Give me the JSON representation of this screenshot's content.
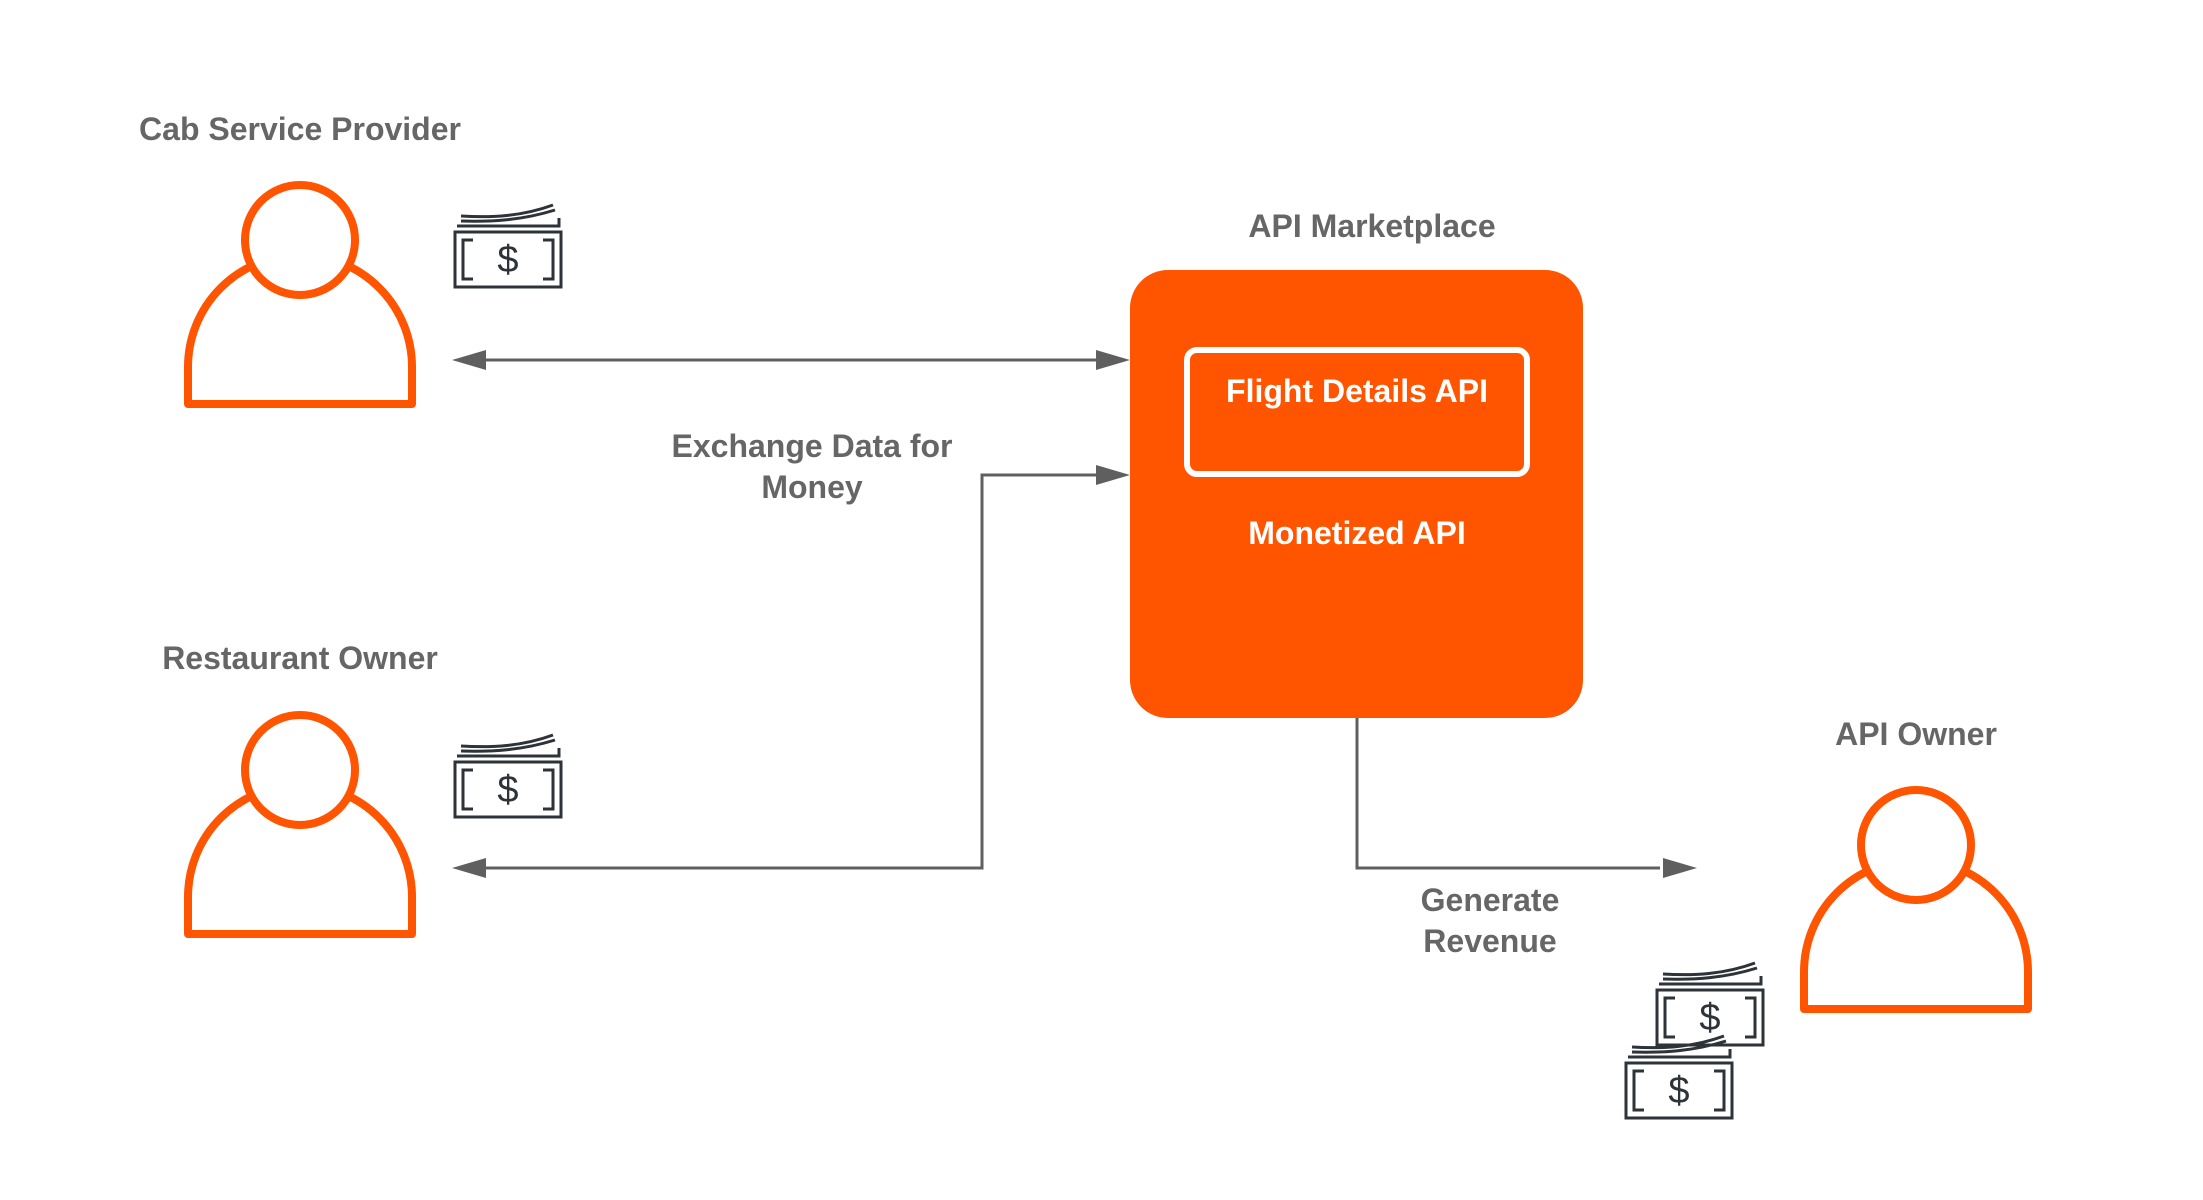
{
  "actors": {
    "cab": {
      "label": "Cab Service Provider"
    },
    "restaurant": {
      "label": "Restaurant Owner"
    },
    "api_owner": {
      "label": "API Owner"
    }
  },
  "marketplace": {
    "label": "API Marketplace",
    "api_name": "Flight Details API",
    "subtitle": "Monetized API"
  },
  "edges": {
    "exchange": "Exchange Data for Money",
    "revenue": "Generate Revenue"
  },
  "icons": {
    "person": "person-icon",
    "money": "money-icon"
  },
  "colors": {
    "accent": "#ff5400",
    "text": "#666666",
    "connector": "#5f5f5f",
    "money": "#2d3338"
  }
}
